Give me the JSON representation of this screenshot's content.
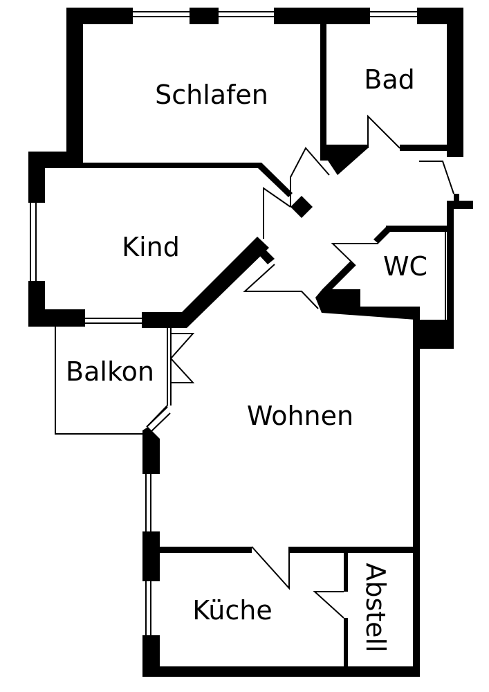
{
  "plan": {
    "wall_color": "#000000",
    "background": "#ffffff",
    "rooms": {
      "schlafen": "Schlafen",
      "bad": "Bad",
      "kind": "Kind",
      "wc": "WC",
      "balkon": "Balkon",
      "wohnen": "Wohnen",
      "kueche": "Küche",
      "abstell": "Abstell"
    }
  }
}
